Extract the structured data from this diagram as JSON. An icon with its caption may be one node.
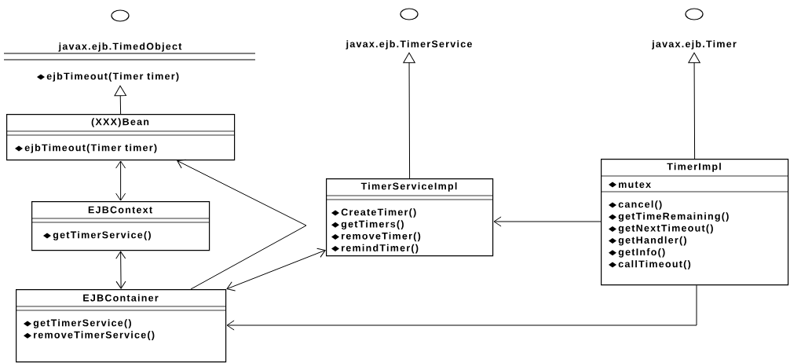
{
  "diagram": {
    "nodes": [
      {
        "text": [
          "javax.ejb.TimedObject",
          "ejbTimeout(Timer timer)"
        ]
      },
      {
        "text": [
          "javax.ejb.TimerService"
        ]
      },
      {
        "text": [
          "javax.ejb.Timer"
        ]
      },
      {
        "text": [
          "(XXX)Bean",
          "ejbTimeout(Timer timer)"
        ]
      },
      {
        "text": [
          "EJBContext",
          "getTimerService()"
        ]
      },
      {
        "text": [
          "TimerServiceImpl",
          "CreateTimer()",
          "getTimers()",
          "removeTimer()",
          "remindTimer()"
        ]
      },
      {
        "text": [
          "TimerImpl",
          "mutex",
          "cancel()",
          "getTimeRemaining()",
          "getNextTimeout()",
          "getHandler()",
          "getInfo()",
          "callTimeout()"
        ]
      },
      {
        "text": [
          "EJBContainer",
          "getTimerService()",
          "removeTimerService()"
        ]
      }
    ],
    "edges": [
      {
        "from": 3,
        "to": 0,
        "arrow": "to"
      },
      {
        "from": 5,
        "to": 1,
        "arrow": "to"
      },
      {
        "from": 6,
        "to": 2,
        "arrow": "to"
      },
      {
        "from": 3,
        "to": 4,
        "arrow": "both"
      },
      {
        "from": 4,
        "to": 7,
        "arrow": "both"
      },
      {
        "from": 7,
        "to": 3,
        "arrow": "to"
      },
      {
        "from": 7,
        "to": 5,
        "arrow": "both"
      },
      {
        "from": 6,
        "to": 5,
        "arrow": "to"
      },
      {
        "from": 6,
        "to": 7,
        "arrow": "to"
      }
    ]
  }
}
